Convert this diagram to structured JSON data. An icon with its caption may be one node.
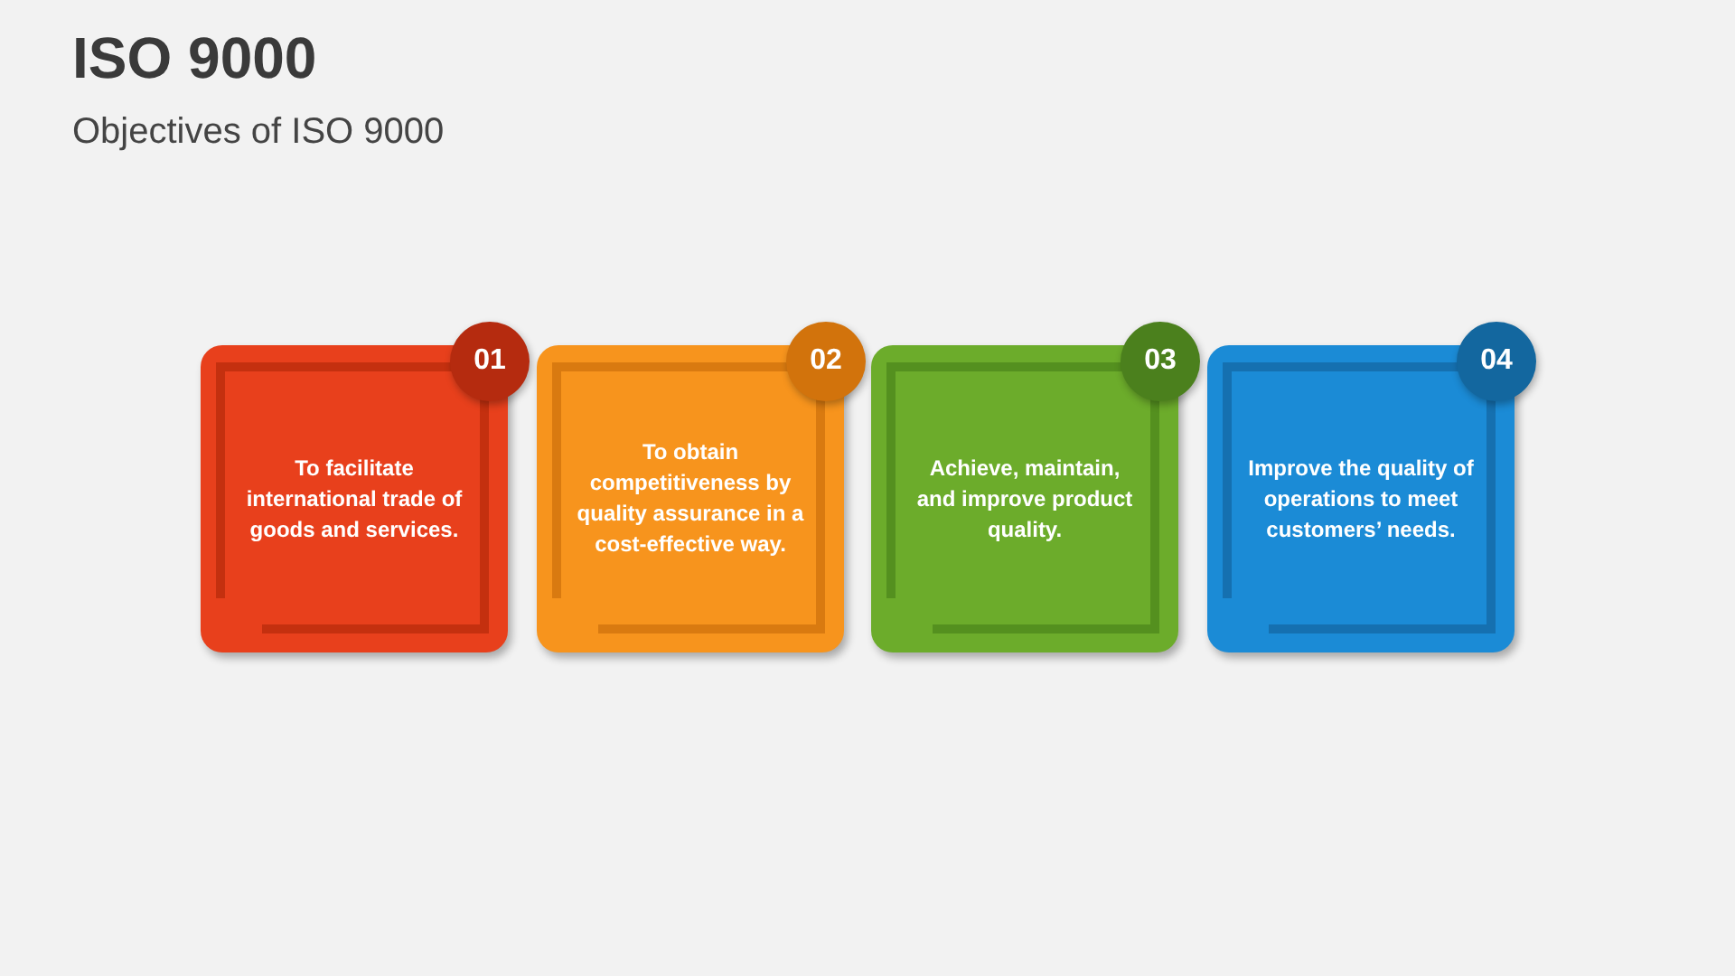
{
  "diagram": {
    "title": "ISO 9000",
    "nodes": [
      {
        "text": [
          "To facilitate international trade of goods and services."
        ]
      },
      {
        "text": [
          "01"
        ]
      },
      {
        "text": [
          "To obtain competitiveness by quality assurance in a cost-effective way."
        ]
      },
      {
        "text": [
          "02"
        ]
      },
      {
        "text": [
          "Achieve, maintain, and improve product quality."
        ]
      },
      {
        "text": [
          "03"
        ]
      },
      {
        "text": [
          "Improve the quality of operations to meet customers’ needs."
        ]
      },
      {
        "text": [
          "04"
        ]
      }
    ],
    "labels": [
      "Objectives of ISO 9000"
    ]
  }
}
